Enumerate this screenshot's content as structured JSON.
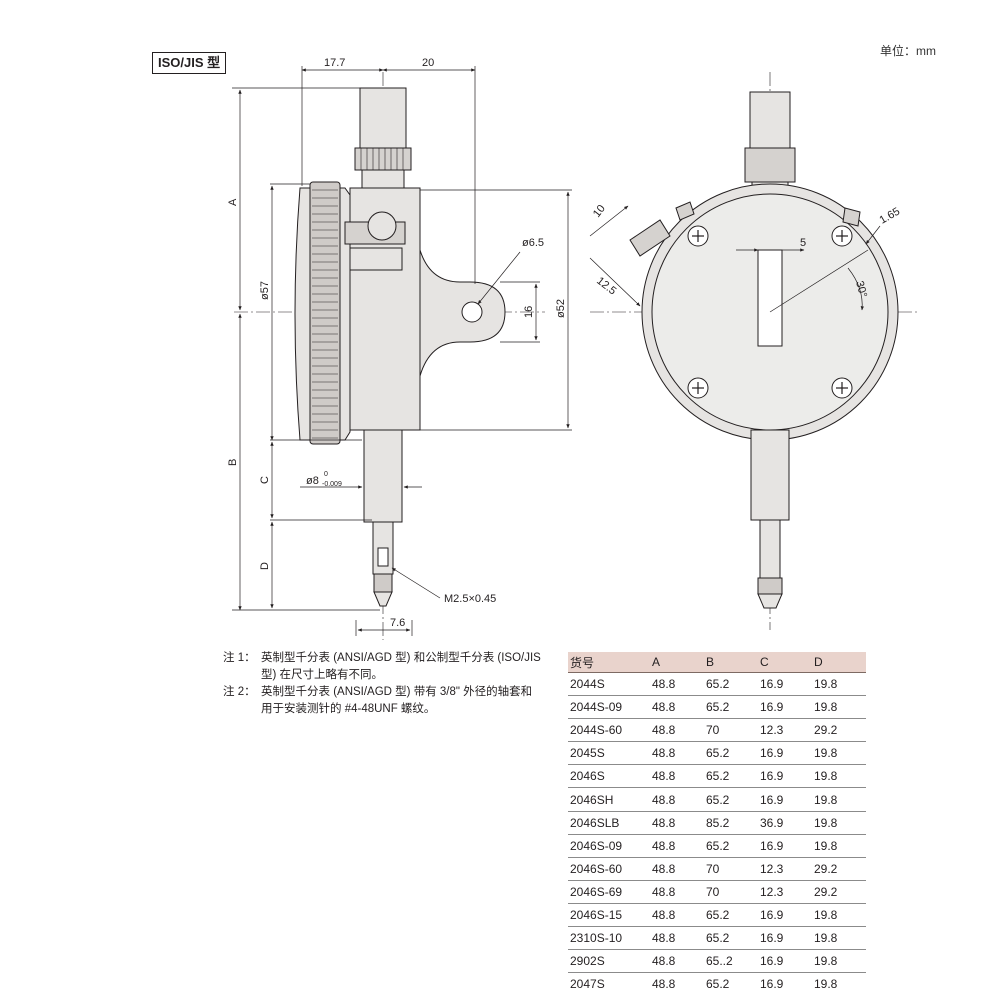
{
  "header": {
    "type_label": "ISO/JIS 型",
    "unit_label": "单位：mm"
  },
  "dimensions": {
    "top_offset": "17.7",
    "top_width": "20",
    "label_a": "A",
    "label_b": "B",
    "label_c": "C",
    "label_d": "D",
    "dia_57": "ø57",
    "dia_52": "ø52",
    "dia_6_5": "ø6.5",
    "dim_16": "16",
    "dia_8": "ø8",
    "dia_8_upper_tol": "0",
    "dia_8_lower_tol": "-0.009",
    "thread": "M2.5×0.45",
    "dim_7_6": "7.6",
    "dim_10": "10",
    "dim_12_5": "12.5",
    "dim_5": "5",
    "dim_1_65": "1.65",
    "angle_30": "30°"
  },
  "notes": [
    {
      "num": "注 1：",
      "text": "英制型千分表 (ANSI/AGD 型) 和公制型千分表 (ISO/JIS 型) 在尺寸上略有不同。"
    },
    {
      "num": "注 2：",
      "text": "英制型千分表 (ANSI/AGD 型) 带有 3/8\" 外径的轴套和用于安装测针的 #4-48UNF 螺纹。"
    }
  ],
  "table": {
    "headers": [
      "货号",
      "A",
      "B",
      "C",
      "D"
    ],
    "rows": [
      [
        "2044S",
        "48.8",
        "65.2",
        "16.9",
        "19.8"
      ],
      [
        "2044S-09",
        "48.8",
        "65.2",
        "16.9",
        "19.8"
      ],
      [
        "2044S-60",
        "48.8",
        "70",
        "12.3",
        "29.2"
      ],
      [
        "2045S",
        "48.8",
        "65.2",
        "16.9",
        "19.8"
      ],
      [
        "2046S",
        "48.8",
        "65.2",
        "16.9",
        "19.8"
      ],
      [
        "2046SH",
        "48.8",
        "65.2",
        "16.9",
        "19.8"
      ],
      [
        "2046SLB",
        "48.8",
        "85.2",
        "36.9",
        "19.8"
      ],
      [
        "2046S-09",
        "48.8",
        "65.2",
        "16.9",
        "19.8"
      ],
      [
        "2046S-60",
        "48.8",
        "70",
        "12.3",
        "29.2"
      ],
      [
        "2046S-69",
        "48.8",
        "70",
        "12.3",
        "29.2"
      ],
      [
        "2046S-15",
        "48.8",
        "65.2",
        "16.9",
        "19.8"
      ],
      [
        "2310S-10",
        "48.8",
        "65.2",
        "16.9",
        "19.8"
      ],
      [
        "2902S",
        "48.8",
        "65..2",
        "16.9",
        "19.8"
      ],
      [
        "2047S",
        "48.8",
        "65.2",
        "16.9",
        "19.8"
      ]
    ]
  },
  "colors": {
    "header_bg": "#e9d3cc",
    "body_fill": "#e6e4e2",
    "line": "#231f20"
  }
}
